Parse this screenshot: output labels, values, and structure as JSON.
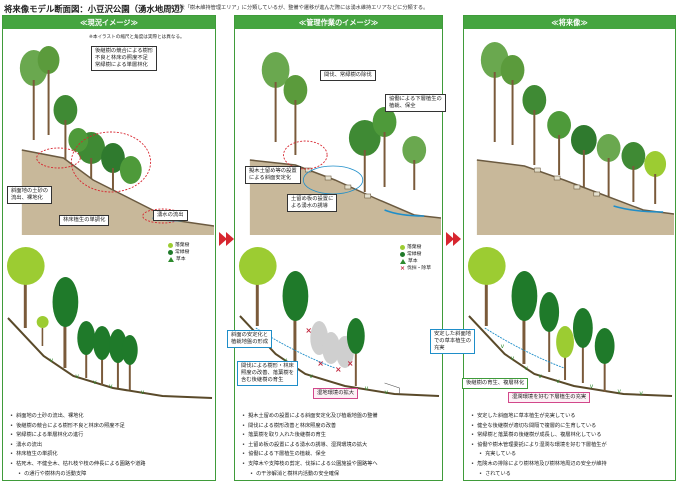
{
  "header": {
    "title": "将来像モデル断面図：小豆沢公園（湧水地周辺）",
    "note": "※現状「樹木維持管理エリア」に分類しているが、整備や遷移が進んだ際には湧水維持エリアなどに分類する。"
  },
  "panels": [
    {
      "title": "≪現況イメージ≫",
      "note": "※本イラストの縮尺と角度は実際とは異なる。",
      "callouts": [
        {
          "lines": [
            "後継樹の競合による樹形",
            "不良と林床の照度不足",
            "常緑樹による単層林化"
          ]
        },
        {
          "lines": [
            "斜面地の土砂の",
            "流出、裸地化"
          ]
        },
        {
          "lines": [
            "林床植生の単調化"
          ]
        },
        {
          "lines": [
            "湧水の流出"
          ]
        }
      ],
      "legend": [
        "落葉樹",
        "常緑樹",
        "草本"
      ],
      "bullets": [
        "斜面地の土砂の流出、裸地化",
        "後継樹の競合による樹形不良と林床の照度不足",
        "常緑樹による単層林化の進行",
        "湧水の流出",
        "林床植生の単調化",
        "枯死木、不健全木、枯れ枝や枝の伸長による園路や道路",
        "の通行や樹林内の活動支障"
      ]
    },
    {
      "title": "≪管理作業のイメージ≫",
      "callouts": [
        {
          "lines": [
            "間伐、常緑樹の除伐"
          ]
        },
        {
          "lines": [
            "協働による下層植生の",
            "植栽、保全"
          ]
        },
        {
          "lines": [
            "擬木土留め等の設置",
            "による斜面安定化"
          ]
        },
        {
          "lines": [
            "土留め板の設置に",
            "よる湧水の誘導"
          ]
        },
        {
          "lines": [
            "斜面の安定化と",
            "植栽地盤の形成"
          ]
        },
        {
          "lines": [
            "間伐による樹形・林床",
            "照度の改善、落葉樹を",
            "含む後継樹の育生"
          ]
        },
        {
          "lines": [
            "湿地環境の拡大"
          ]
        }
      ],
      "legend": [
        "落葉樹",
        "常緑樹",
        "草本",
        "伐採・除草"
      ],
      "bullets": [
        "擬木土留めの設置による斜面安定化及び植栽地盤の整備",
        "間伐による樹形改善と林床照度の改善",
        "落葉樹を取り入れた後継樹の育生",
        "土留め板の設置による湧水の誘導、湿潤環境の拡大",
        "協働による下層植生の植栽、保全",
        "支障木や支障枝の剪定、伐採による公園施設や園路等へ",
        "の干渉解消と樹林内活動の安全確保"
      ]
    },
    {
      "title": "≪将来像≫",
      "callouts": [
        {
          "lines": [
            "安定した斜面地",
            "での草本植生の",
            "充実"
          ]
        },
        {
          "lines": [
            "後継樹の育生、複層林化"
          ]
        },
        {
          "lines": [
            "湿潤環境を好む下層植生の充実"
          ]
        }
      ],
      "bullets": [
        "安定した斜面地に草本植生が充実している",
        "健全な後継樹が適切な間隔で複層的に生育している",
        "常緑樹と落葉樹の後継樹が成長し、複層林化している",
        "協働や樹木管理委託により湿潤な環境を好む下層植生が",
        "充実している",
        "危険木の排除により樹林地及び樹林地周辺の安全が維持",
        "されている"
      ]
    }
  ],
  "colors": {
    "panel_border": "#3f9b3a",
    "panel_head": "#45a540",
    "arrow": "#d7262f",
    "deciduous": "#9ccc32",
    "evergreen": "#1f7a2a",
    "thinning": "#c0243b",
    "water": "#1f8ec9"
  }
}
